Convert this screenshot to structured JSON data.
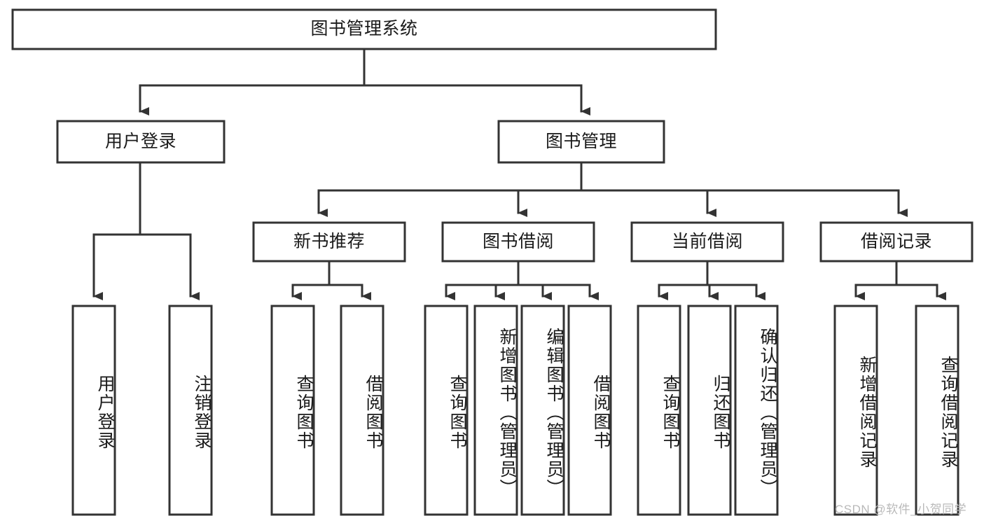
{
  "diagram": {
    "title": "图书管理系统",
    "type": "hierarchy-tree",
    "colors": {
      "box_stroke": "#333333",
      "box_fill": "#ffffff",
      "connector": "#333333",
      "text": "#1a1a1a",
      "watermark": "#b9b9b9",
      "background": "#ffffff"
    },
    "nodes": {
      "root": {
        "label": "图书管理系统",
        "orientation": "horizontal"
      },
      "level2": [
        {
          "id": "user-login",
          "label": "用户登录",
          "orientation": "horizontal"
        },
        {
          "id": "book-management",
          "label": "图书管理",
          "orientation": "horizontal"
        }
      ],
      "level3": [
        {
          "id": "new-book-recommend",
          "label": "新书推荐",
          "orientation": "horizontal"
        },
        {
          "id": "book-borrow",
          "label": "图书借阅",
          "orientation": "horizontal"
        },
        {
          "id": "current-borrow",
          "label": "当前借阅",
          "orientation": "horizontal"
        },
        {
          "id": "borrow-record",
          "label": "借阅记录",
          "orientation": "horizontal"
        }
      ],
      "leaves": [
        {
          "id": "leaf-user-login",
          "parent": "user-login",
          "label": "用户登录",
          "orientation": "vertical"
        },
        {
          "id": "leaf-user-logout",
          "parent": "user-login",
          "label": "注销登录",
          "orientation": "vertical"
        },
        {
          "id": "leaf-query-book-1",
          "parent": "new-book-recommend",
          "label": "查询图书",
          "orientation": "vertical"
        },
        {
          "id": "leaf-borrow-book-1",
          "parent": "new-book-recommend",
          "label": "借阅图书",
          "orientation": "vertical"
        },
        {
          "id": "leaf-query-book-2",
          "parent": "book-borrow",
          "label": "查询图书",
          "orientation": "vertical"
        },
        {
          "id": "leaf-add-book",
          "parent": "book-borrow",
          "label": "新增图书（管理员）",
          "orientation": "vertical"
        },
        {
          "id": "leaf-edit-book",
          "parent": "book-borrow",
          "label": "编辑图书（管理员）",
          "orientation": "vertical"
        },
        {
          "id": "leaf-borrow-book-2",
          "parent": "book-borrow",
          "label": "借阅图书",
          "orientation": "vertical"
        },
        {
          "id": "leaf-query-book-3",
          "parent": "current-borrow",
          "label": "查询图书",
          "orientation": "vertical"
        },
        {
          "id": "leaf-return-book",
          "parent": "current-borrow",
          "label": "归还图书",
          "orientation": "vertical"
        },
        {
          "id": "leaf-confirm-return",
          "parent": "current-borrow",
          "label": "确认归还（管理员）",
          "orientation": "vertical"
        },
        {
          "id": "leaf-add-record",
          "parent": "borrow-record",
          "label": "新增借阅记录",
          "orientation": "vertical"
        },
        {
          "id": "leaf-query-record",
          "parent": "borrow-record",
          "label": "查询借阅记录",
          "orientation": "vertical"
        }
      ]
    },
    "watermark": "CSDN @软件_小贺同学"
  }
}
